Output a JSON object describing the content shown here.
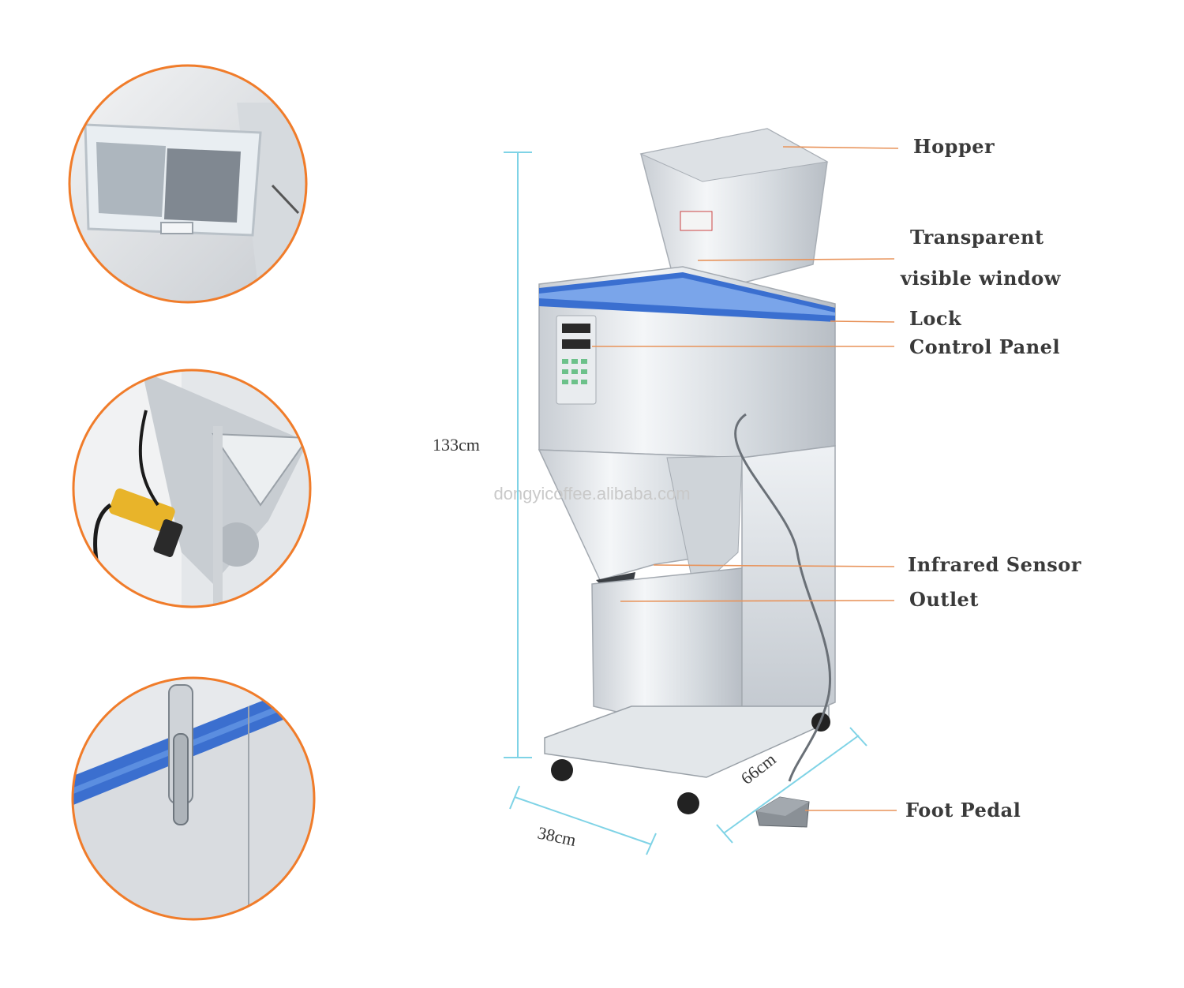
{
  "labels": {
    "hopper": "Hopper",
    "window_line1": "Transparent",
    "window_line2": "visible window",
    "lock": "Lock",
    "control_panel": "Control Panel",
    "infrared_sensor": "Infrared Sensor",
    "outlet": "Outlet",
    "foot_pedal": "Foot Pedal"
  },
  "dimensions": {
    "height": "133cm",
    "width": "38cm",
    "depth": "66cm"
  },
  "watermark": "dongyicoffee.alibaba.com",
  "colors": {
    "circle_border": "#f07c2a",
    "dimension_line": "#7fd3e6",
    "leader_line": "#e8935a",
    "steel": "#d9dde2",
    "blue_band": "#3a6fd0"
  },
  "detail_views": [
    "transparent-window-detail",
    "infrared-sensor-detail",
    "lock-detail"
  ]
}
